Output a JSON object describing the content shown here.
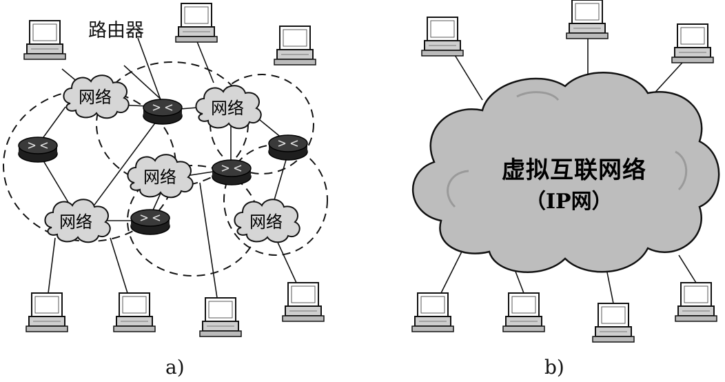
{
  "router_label": "路由器",
  "network_label": "网络",
  "virtual_net_title": "虚拟互联网络",
  "virtual_net_sub": "（IP网）",
  "caption_a": "a)",
  "caption_b": "b)",
  "icons": {
    "computer": "computer-icon",
    "router": "router-icon",
    "cloud": "cloud-icon"
  },
  "colors": {
    "stroke": "#111111",
    "cloud_fill": "#d6d6d6",
    "router_fill": "#2a2a2a",
    "big_cloud_fill": "#bdbdbd"
  }
}
